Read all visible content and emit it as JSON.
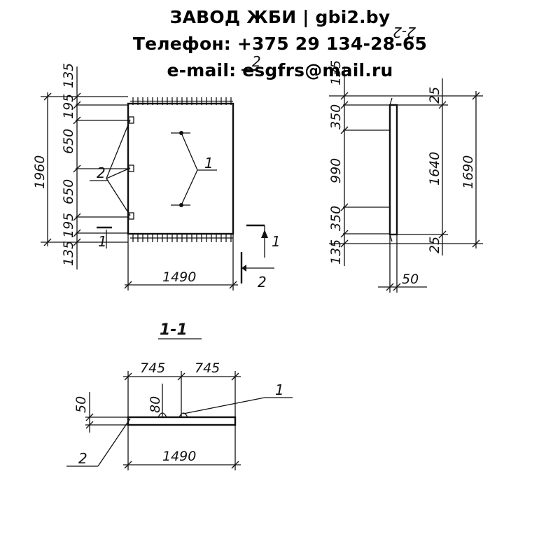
{
  "header": {
    "line1": "ЗАВОД ЖБИ | gbi2.by",
    "line2": "Телефон: +375 29 134-28-65",
    "line3": "e-mail: esgfrs@mail.ru"
  },
  "plan": {
    "width": "1490",
    "height_total": "1960",
    "left_dims": [
      "135",
      "195",
      "650",
      "650",
      "195",
      "135"
    ],
    "leader_1": "1",
    "leader_2": "2",
    "section_left": "1",
    "section_right_1": "1",
    "section_right_2": "2",
    "section_top_2": "2"
  },
  "side": {
    "thickness": "50",
    "left_dims": [
      "135",
      "350",
      "990",
      "350",
      "135"
    ],
    "right_dims": [
      "25",
      "1640",
      "25"
    ],
    "outer": "1690",
    "top_fragment": "2-2"
  },
  "section": {
    "title": "1-1",
    "half_left": "745",
    "half_right": "745",
    "width": "1490",
    "thickness": "50",
    "depth": "80",
    "leader_1": "1",
    "leader_2": "2"
  }
}
